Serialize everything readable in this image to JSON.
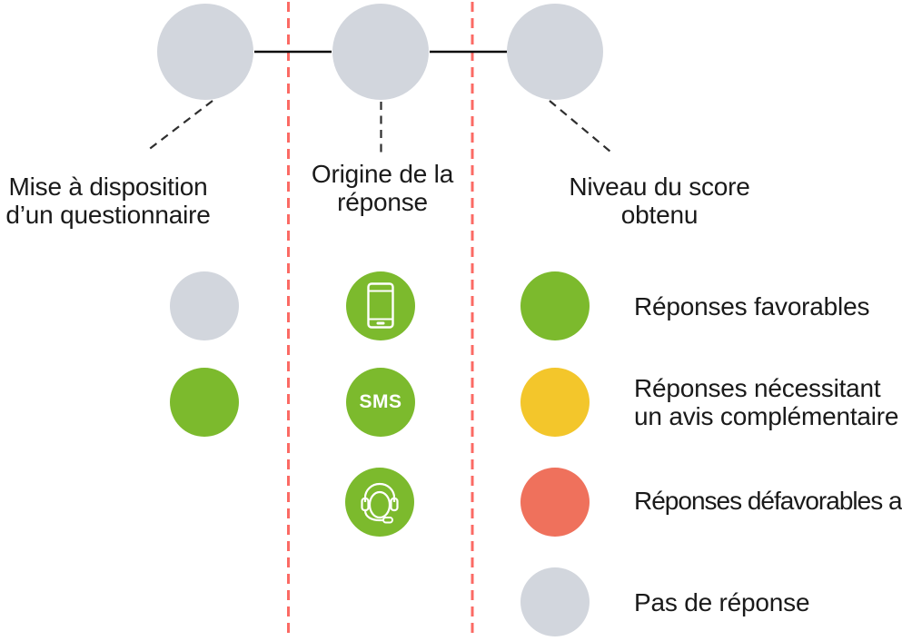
{
  "colors": {
    "green": "#7cba2d",
    "yellow": "#f3c62b",
    "salmon": "#ef715c",
    "gray": "#d2d6dd",
    "red_dash": "#fb6a64",
    "text": "#1a1a1a"
  },
  "timeline": {
    "steps": [
      {
        "lines": [
          "Mise à disposition",
          "d’un questionnaire"
        ]
      },
      {
        "lines": [
          "Origine de la",
          "réponse"
        ]
      },
      {
        "lines": [
          "Niveau du score",
          "obtenu"
        ]
      }
    ]
  },
  "availability": {
    "dots": [
      {
        "color": "gray"
      },
      {
        "color": "green"
      }
    ]
  },
  "origin": {
    "items": [
      {
        "icon": "smartphone-icon"
      },
      {
        "icon": "sms-label",
        "label": "SMS"
      },
      {
        "icon": "headset-icon"
      }
    ]
  },
  "legend": {
    "items": [
      {
        "color": "green",
        "lines": [
          "Réponses favorables"
        ]
      },
      {
        "color": "yellow",
        "lines": [
          "Réponses nécessitant",
          "un avis complémentaire"
        ]
      },
      {
        "color": "salmon",
        "lines": [
          "Réponses défavorables a"
        ]
      },
      {
        "color": "gray",
        "lines": [
          "Pas de réponse"
        ]
      }
    ]
  }
}
